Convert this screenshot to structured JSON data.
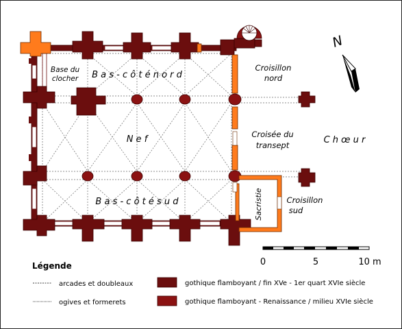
{
  "labels": {
    "base_clocher_1": "Base du",
    "base_clocher_2": "clocher",
    "bas_cote_nord": "B a s - c ô t é   n o r d",
    "nef": "N e f",
    "bas_cote_sud": "B a s - c ô t é   s u d",
    "croisillon_nord_1": "Croisillon",
    "croisillon_nord_2": "nord",
    "croisee_1": "Croisée du",
    "croisee_2": "transept",
    "choeur": "C h œ u r",
    "croisillon_sud_1": "Croisillon",
    "croisillon_sud_2": "sud",
    "sacristie": "Sacristie"
  },
  "compass": {
    "north": "N"
  },
  "scale": {
    "ticks": [
      "0",
      "5",
      "10 m"
    ]
  },
  "legend": {
    "title": "Légende",
    "line1": "arcades et doubleaux",
    "line2": "ogives et formerets",
    "color1": "gothique flamboyant / fin XVe - 1er quart XVIe siècle",
    "color2": "gothique flamboyant - Renaissance / milieu XVIe siècle"
  },
  "colors": {
    "dark_red": "#6b0e0e",
    "red": "#8b1212",
    "orange": "#ff7b1c",
    "line_grey": "#444444"
  }
}
